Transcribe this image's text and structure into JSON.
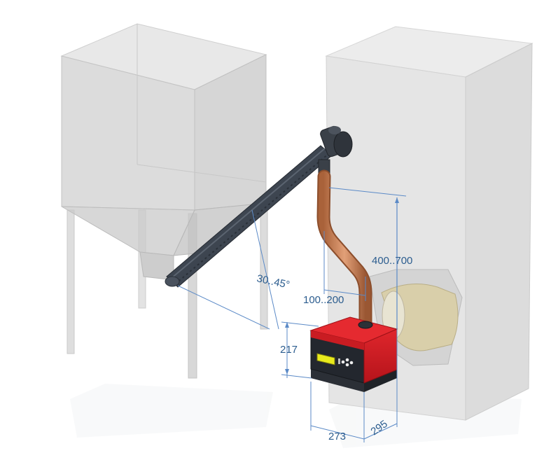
{
  "dimensions": {
    "angle": "30..45°",
    "burner_height_range": "400..700",
    "offset_range": "100..200",
    "unit_height": "217",
    "unit_width": "273",
    "unit_depth": "295"
  },
  "colors": {
    "silo": "#d7d7d7",
    "boiler": "#e4e4e4",
    "auger": "#3d4550",
    "pipe": "#c07a4f",
    "burner_body": "#d11a22",
    "burner_base": "#2b2f36",
    "display": "#e8ea1c",
    "dimension_line": "#5b8ac7",
    "dimension_text": "#2c5d8f"
  }
}
